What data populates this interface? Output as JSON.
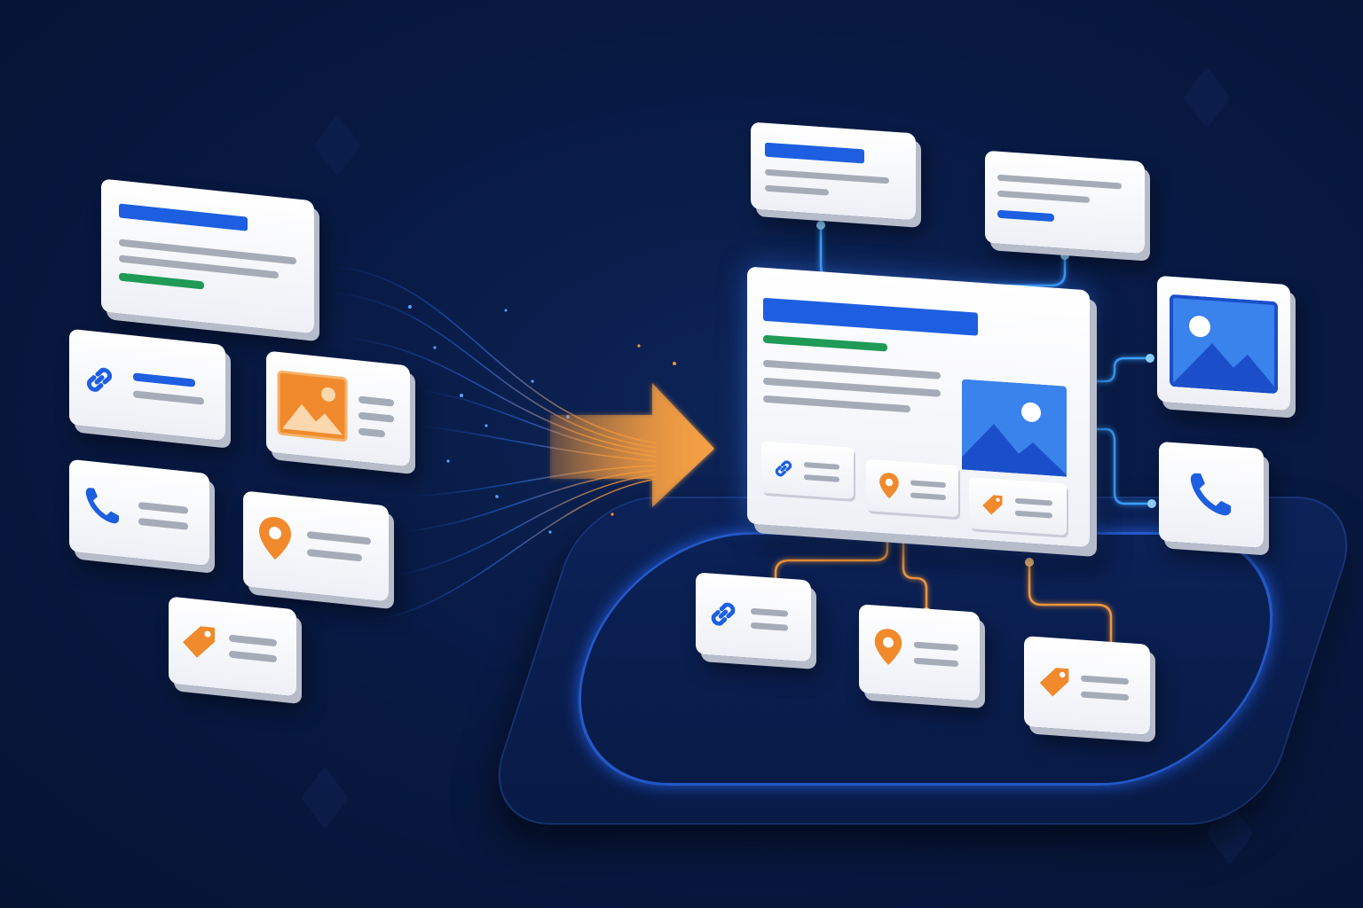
{
  "colors": {
    "background": "#081a44",
    "blue_accent": "#1d5fe0",
    "green_accent": "#1f9a57",
    "orange_accent": "#f08a2c",
    "connector_blue": "#3ea0ff",
    "connector_orange": "#f2963a",
    "card_face": "#f4f5f9"
  },
  "icons": {
    "link": "link-icon",
    "image": "image-icon",
    "phone": "phone-icon",
    "location": "location-pin-icon",
    "tag": "price-tag-icon",
    "arrow": "arrow-right-icon"
  },
  "left_group": {
    "cards": [
      "text-card",
      "link-card",
      "image-card",
      "phone-card",
      "location-card",
      "tag-card"
    ]
  },
  "right_group": {
    "main_card": "rich-result-card",
    "satellites": [
      "text-card-top-left",
      "text-card-top-right",
      "image-card-right",
      "phone-card-right",
      "link-card-bottom",
      "location-card-bottom",
      "tag-card-bottom"
    ]
  }
}
